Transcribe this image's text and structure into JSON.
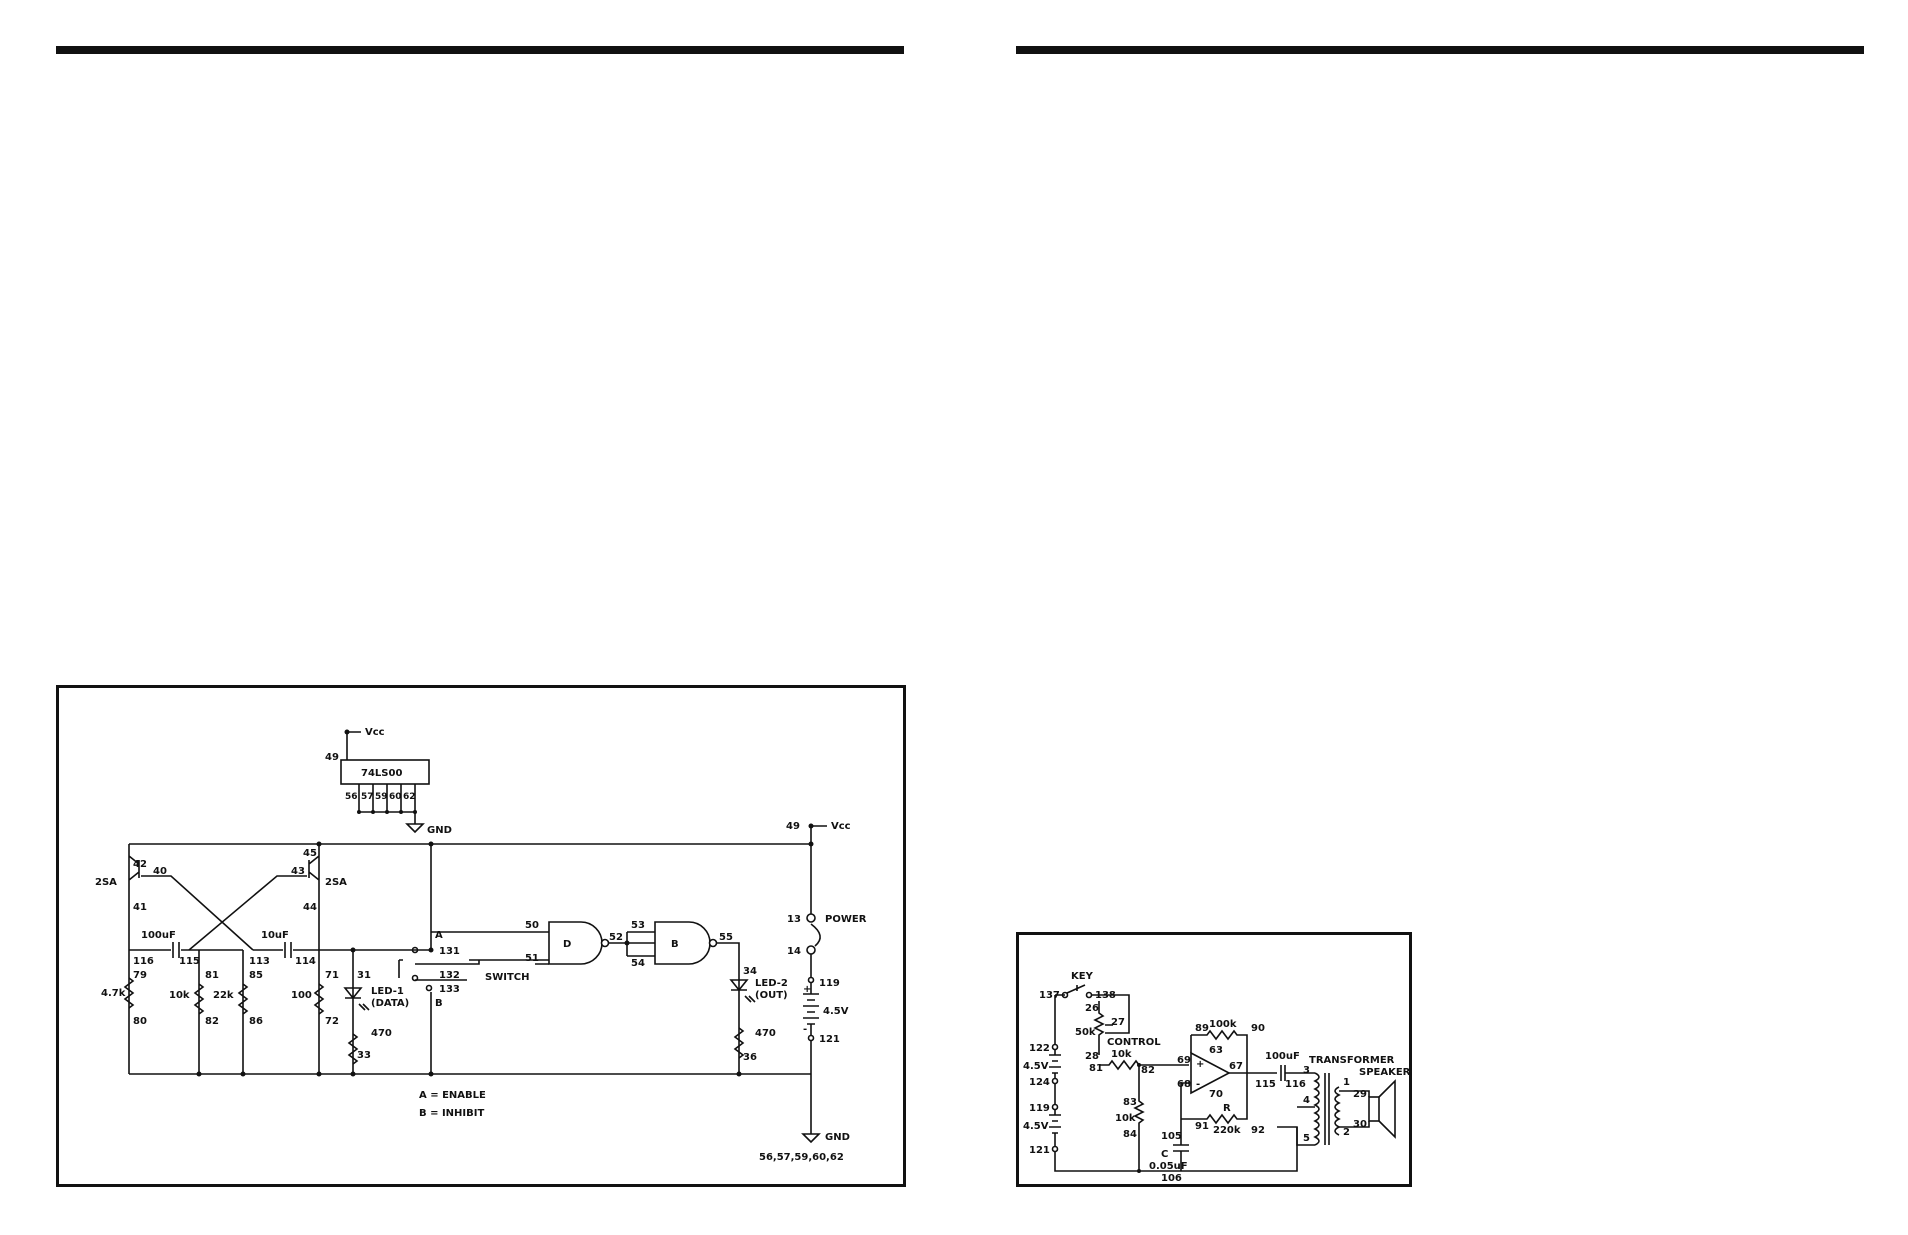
{
  "left_schematic": {
    "ic": {
      "vcc_pin": "49",
      "vcc_label": "Vcc",
      "name": "74LS00",
      "pins": [
        "56",
        "57",
        "59",
        "60",
        "62"
      ],
      "gnd_label": "GND"
    },
    "rail": {
      "vcc_pin": "49",
      "vcc_label": "Vcc"
    },
    "transistors": [
      {
        "type": "2SA",
        "pins": [
          "42",
          "40",
          "41"
        ]
      },
      {
        "type": "2SA",
        "pins": [
          "45",
          "43",
          "44"
        ]
      }
    ],
    "capacitors": [
      {
        "value": "100uF",
        "pins": [
          "116",
          "115"
        ]
      },
      {
        "value": "10uF",
        "pins": [
          "113",
          "114"
        ]
      }
    ],
    "resistors": [
      {
        "value": "4.7k",
        "pins": [
          "79",
          "80"
        ]
      },
      {
        "value": "10k",
        "pins": [
          "81",
          "82"
        ]
      },
      {
        "value": "22k",
        "pins": [
          "85",
          "86"
        ]
      },
      {
        "value": "100",
        "pins": [
          "71",
          "72"
        ]
      },
      {
        "value": "470",
        "pins": [
          "31",
          "33"
        ]
      },
      {
        "value": "470",
        "pins": [
          "34",
          "36"
        ]
      }
    ],
    "leds": [
      {
        "line1": "LED-1",
        "line2": "(DATA)"
      },
      {
        "line1": "LED-2",
        "line2": "(OUT)"
      }
    ],
    "switch": {
      "label": "SWITCH",
      "pos_a": "A",
      "pos_b": "B",
      "pins": [
        "131",
        "132",
        "133"
      ]
    },
    "gates": [
      {
        "name": "D",
        "pins": [
          "50",
          "51",
          "52"
        ]
      },
      {
        "name": "B",
        "pins": [
          "53",
          "54",
          "55"
        ]
      }
    ],
    "power": {
      "label": "POWER",
      "pins": [
        "13",
        "14"
      ]
    },
    "battery": {
      "voltage": "4.5V",
      "pins": [
        "119",
        "121"
      ],
      "plus": "+",
      "minus": "-"
    },
    "legend": [
      "A = ENABLE",
      "B = INHIBIT"
    ],
    "gnd": {
      "label": "GND",
      "pins": "56,57,59,60,62"
    }
  },
  "right_schematic": {
    "key": {
      "label": "KEY",
      "pins": [
        "137",
        "138"
      ]
    },
    "pot": {
      "value": "50k",
      "label": "CONTROL",
      "pins": [
        "26",
        "27",
        "28"
      ]
    },
    "resistors": [
      {
        "value": "10k",
        "pins": [
          "81",
          "82"
        ]
      },
      {
        "value": "100k",
        "pins": [
          "89",
          "90"
        ]
      },
      {
        "value": "220k",
        "pins": [
          "91",
          "92"
        ],
        "name": "R"
      },
      {
        "value": "10k",
        "pins": [
          "83",
          "84"
        ]
      }
    ],
    "opamp": {
      "pins": [
        "69",
        "68",
        "63",
        "67",
        "70"
      ],
      "plus": "+",
      "minus": "-"
    },
    "batteries": [
      {
        "voltage": "4.5V",
        "pins": [
          "122",
          "124"
        ]
      },
      {
        "voltage": "4.5V",
        "pins": [
          "119",
          "121"
        ]
      }
    ],
    "cap_c": {
      "name": "C",
      "value": "0.05uF",
      "pins": [
        "105",
        "106"
      ]
    },
    "cap_out": {
      "value": "100uF",
      "pins": [
        "115",
        "116"
      ]
    },
    "transformer": {
      "label": "TRANSFORMER",
      "pins": [
        "3",
        "4",
        "5",
        "1",
        "2"
      ]
    },
    "speaker": {
      "label": "SPEAKER",
      "pins": [
        "29",
        "30"
      ]
    }
  }
}
